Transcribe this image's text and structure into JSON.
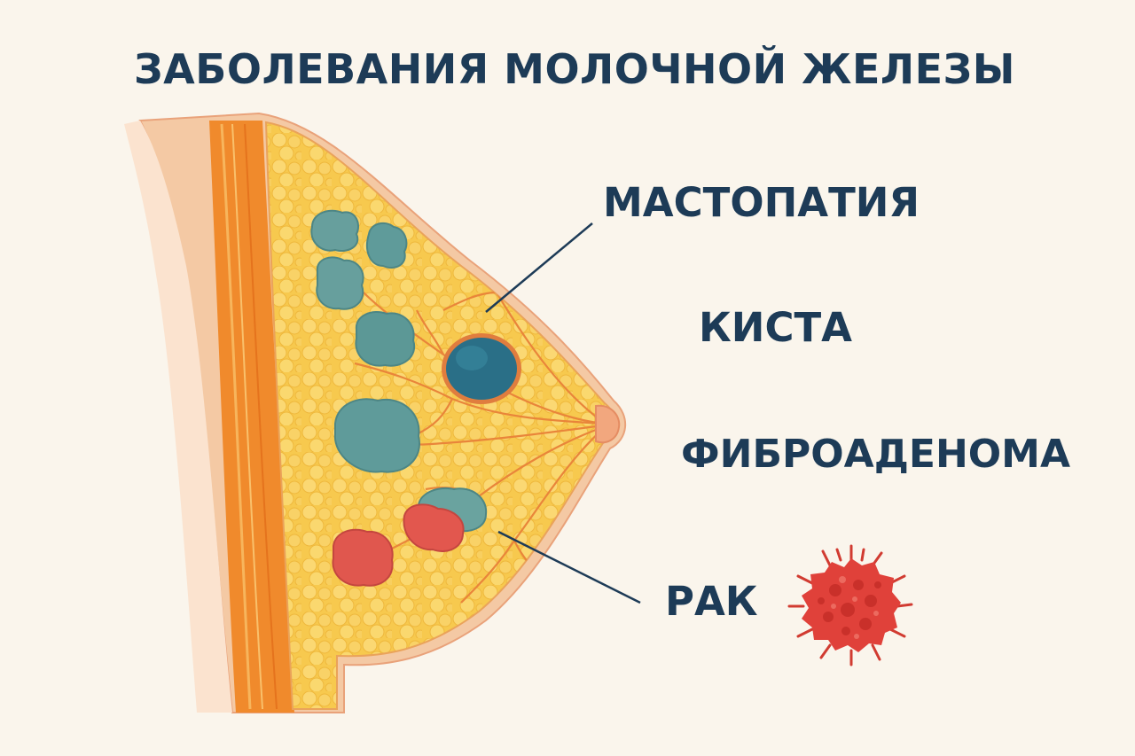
{
  "title": "ЗАБОЛЕВАНИЯ МОЛОЧНОЙ ЖЕЛЕЗЫ",
  "labels": {
    "mastopathy": "МАСТОПАТИЯ",
    "cyst": "КИСТА",
    "fibroadenoma": "ФИБРОАДЕНОМА",
    "cancer": "РАК"
  },
  "colors": {
    "background": "#faf5ec",
    "text": "#1d3b57",
    "skin": "#f2c9a8",
    "muscle": "#f08a2c",
    "fat": "#f7c94e",
    "mastopathy_nodules": "#5f9b9a",
    "cyst": "#2a6f87",
    "cancer": "#e0483f"
  },
  "icons": [
    "breast-cross-section",
    "mastopathy-nodule",
    "cyst-icon",
    "cancer-cell-icon"
  ]
}
